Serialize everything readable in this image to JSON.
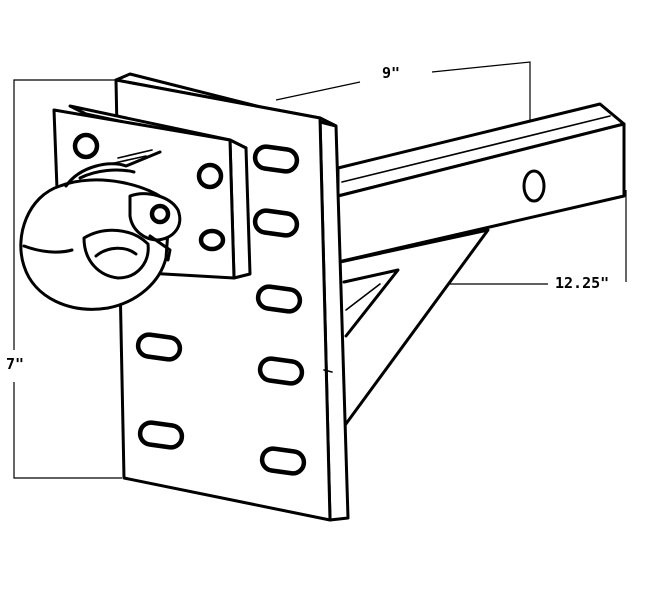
{
  "dimensions": {
    "top": "9\"",
    "right": "12.25\"",
    "left": "7\""
  },
  "colors": {
    "ink": "#000000",
    "background": "#ffffff"
  }
}
